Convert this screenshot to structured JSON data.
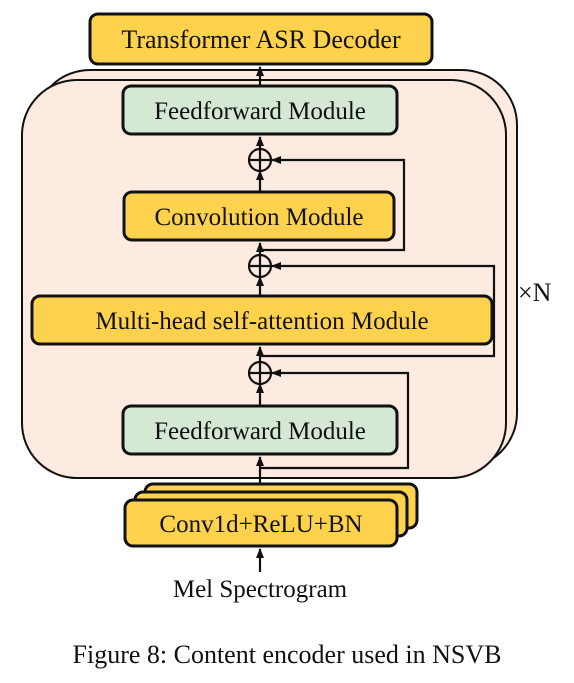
{
  "diagram": {
    "decoder_label": "Transformer ASR Decoder",
    "feedforward_top_label": "Feedforward Module",
    "convolution_label": "Convolution Module",
    "attention_label": "Multi-head self-attention Module",
    "feedforward_bottom_label": "Feedforward Module",
    "conv_stack_label": "Conv1d+ReLU+BN",
    "input_label": "Mel Spectrogram",
    "repeat_label": "×N"
  },
  "caption": "Figure 8: Content encoder used in NSVB",
  "colors": {
    "block_fill": "#fdeae0",
    "block_stroke": "#111111",
    "yellow_fill": "#ffd24d",
    "green_fill": "#d5e8d4",
    "line": "#111111"
  }
}
